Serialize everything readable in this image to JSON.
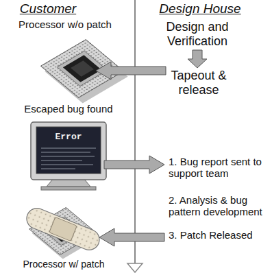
{
  "diagram": {
    "labels": [
      "Customer",
      "Design House",
      "Design and Verification",
      "Tapeout & release",
      "Processor w/o patch",
      "Escaped bug found",
      "Error",
      "1. Bug report sent to support team",
      "2. Analysis & bug pattern development",
      "3. Patch Released",
      "Processor w/ patch"
    ]
  }
}
